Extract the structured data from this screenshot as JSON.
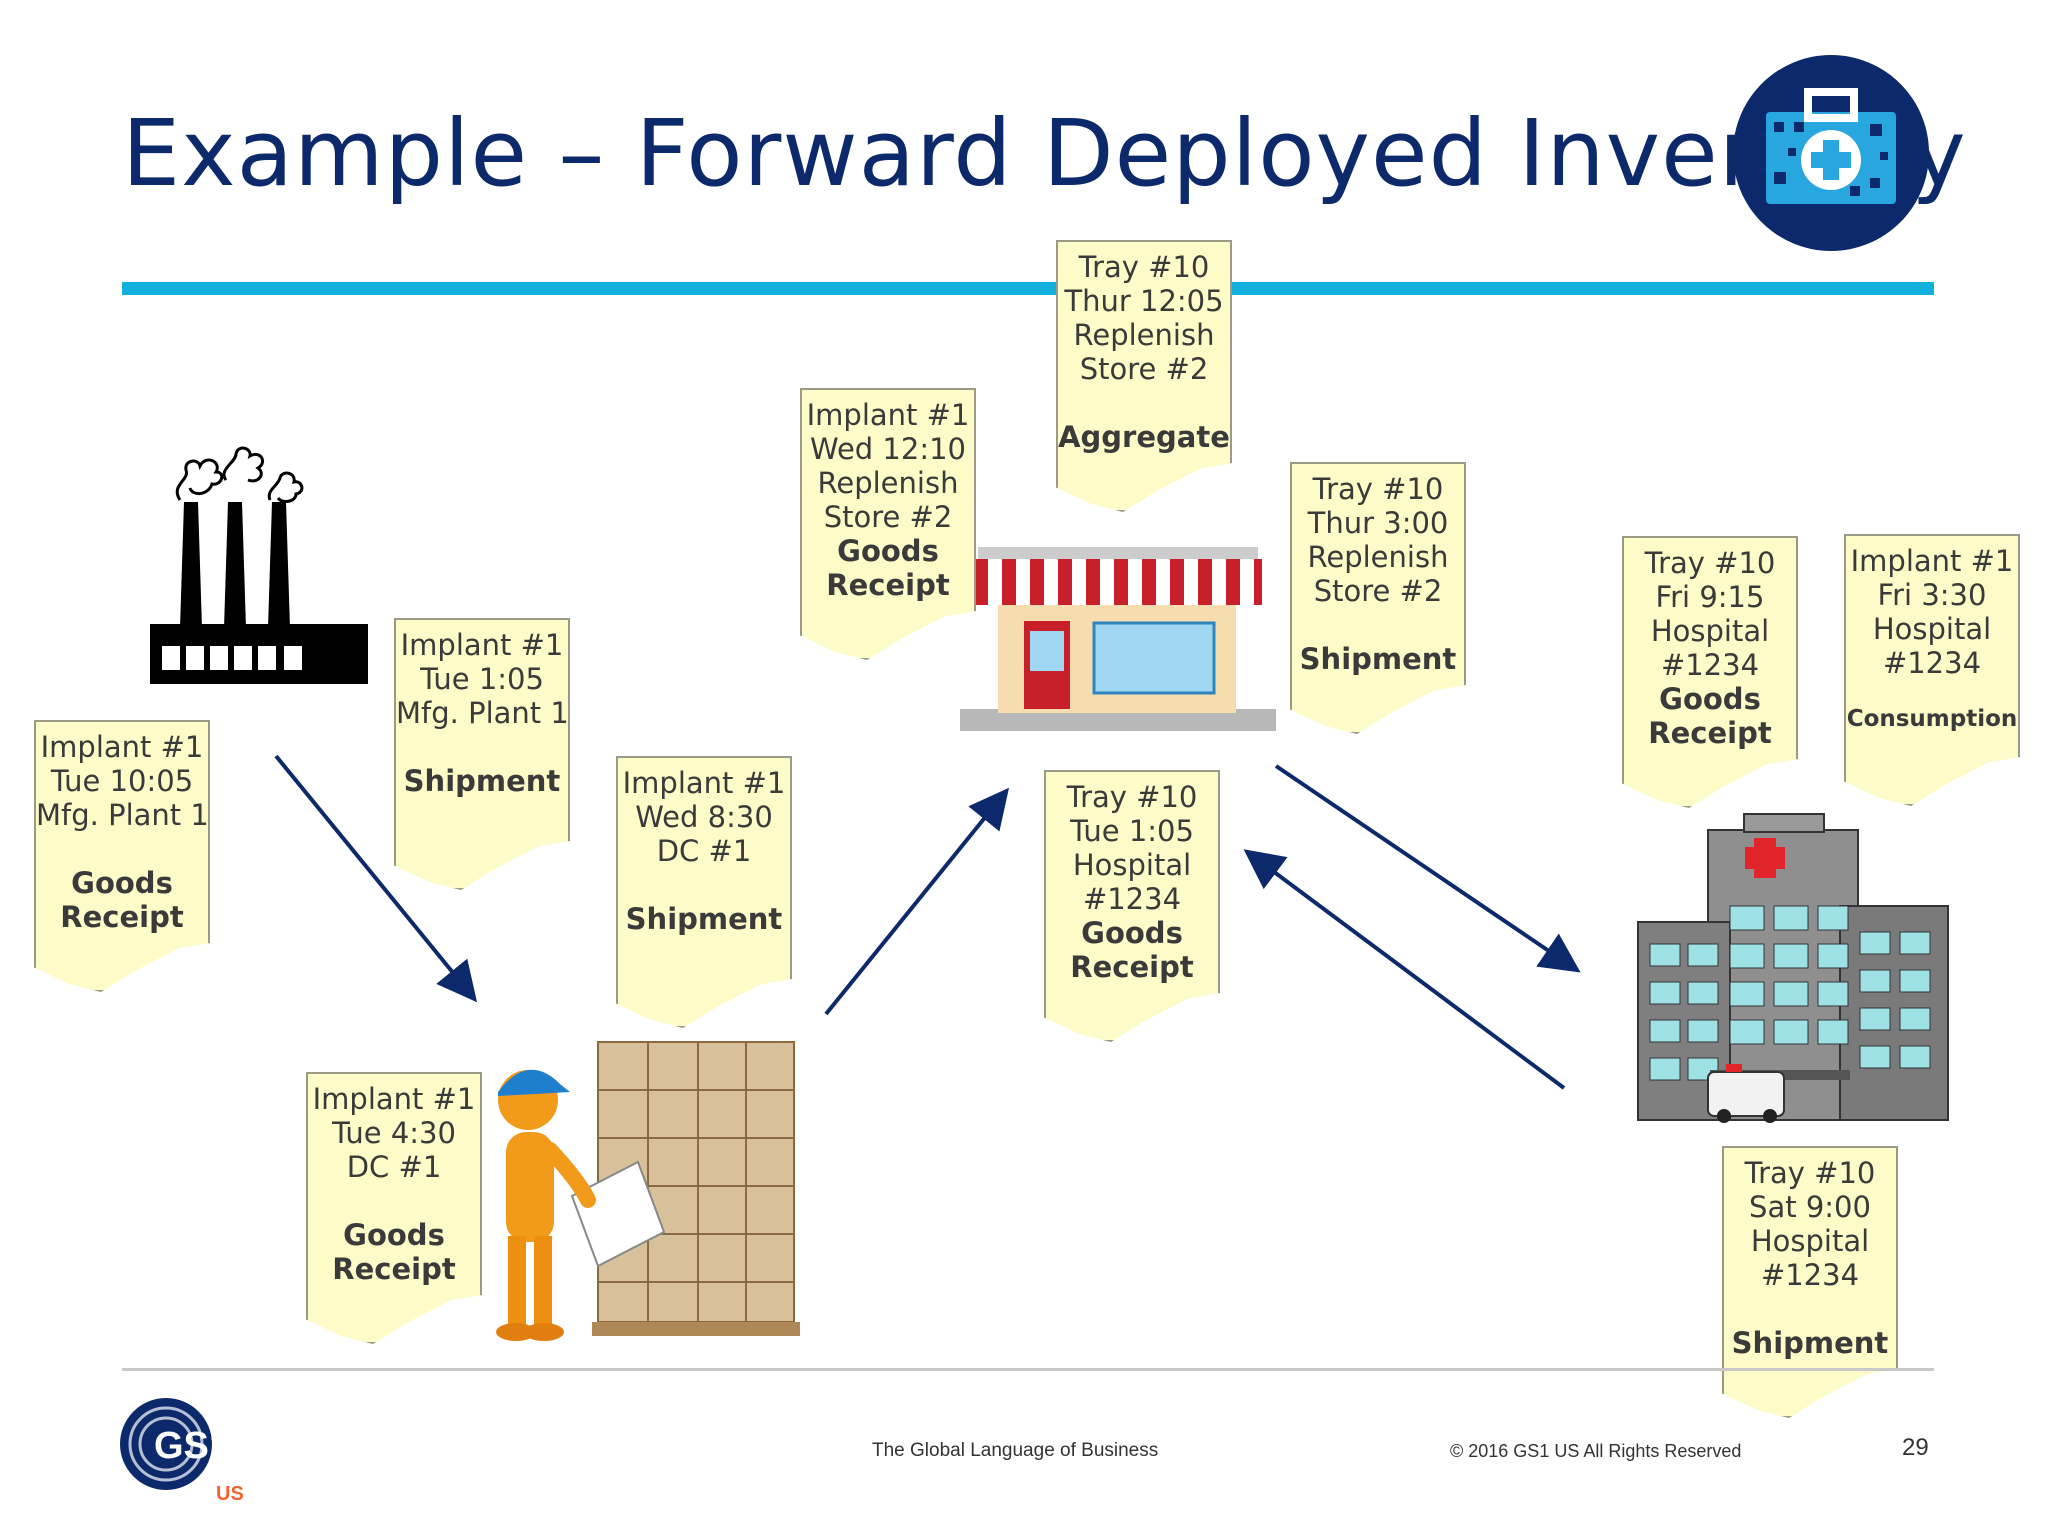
{
  "title": "Example – Forward Deployed Inventory",
  "footer": {
    "tagline": "The Global Language of Business",
    "copyright": "© 2016 GS1 US All Rights Reserved",
    "page": "29",
    "logo_text": "GS1",
    "logo_sub": "US"
  },
  "colors": {
    "title": "#0c2a6b",
    "rule": "#12b0dc",
    "note_fill": "#fdfbc7",
    "arrow": "#0c2a6b"
  },
  "icons": [
    "factory-icon",
    "warehouse-worker-icon",
    "store-icon",
    "hospital-icon",
    "gs1-healthcare-badge-icon"
  ],
  "notes": {
    "n1": {
      "lines": [
        "Implant #1",
        "Tue 10:05",
        "Mfg. Plant 1"
      ],
      "bold": [
        "Goods",
        "Receipt"
      ]
    },
    "n2": {
      "lines": [
        "Implant #1",
        "Tue 1:05",
        "Mfg. Plant 1"
      ],
      "bold": [
        "Shipment"
      ]
    },
    "n3": {
      "lines": [
        "Implant #1",
        "Tue 4:30",
        "DC #1"
      ],
      "bold": [
        "Goods",
        "Receipt"
      ]
    },
    "n4": {
      "lines": [
        "Implant #1",
        "Wed 8:30",
        "DC #1"
      ],
      "bold": [
        "Shipment"
      ]
    },
    "n5": {
      "lines": [
        "Implant #1",
        "Wed 12:10",
        "Replenish",
        "Store #2"
      ],
      "bold": [
        "Goods",
        "Receipt"
      ]
    },
    "n6": {
      "lines": [
        "Tray #10",
        "Thur 12:05",
        "Replenish",
        "Store #2"
      ],
      "bold": [
        "Aggregate"
      ]
    },
    "n7": {
      "lines": [
        "Tray #10",
        "Thur 3:00",
        "Replenish",
        "Store #2"
      ],
      "bold": [
        "Shipment"
      ]
    },
    "n8": {
      "lines": [
        "Tray #10",
        "Tue 1:05",
        "Hospital",
        "#1234"
      ],
      "bold": [
        "Goods",
        "Receipt"
      ]
    },
    "n9": {
      "lines": [
        "Tray #10",
        "Fri 9:15",
        "Hospital",
        "#1234"
      ],
      "bold": [
        "Goods",
        "Receipt"
      ]
    },
    "n10": {
      "lines": [
        "Implant #1",
        "Fri 3:30",
        "Hospital",
        "#1234"
      ],
      "bold": [
        "Consumption"
      ]
    },
    "n11": {
      "lines": [
        "Tray #10",
        "Sat 9:00",
        "Hospital",
        "#1234"
      ],
      "bold": [
        "Shipment"
      ]
    }
  }
}
